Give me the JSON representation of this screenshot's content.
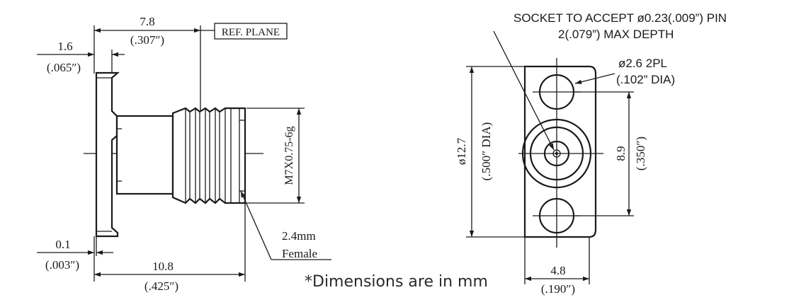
{
  "left_view": {
    "dim_top": {
      "mm": "7.8",
      "inch": "(.307″)"
    },
    "ref_plane": "REF. PLANE",
    "dim_flange": {
      "mm": "1.6",
      "inch": "(.065″)"
    },
    "thread_spec": "M7X0.75-6g",
    "dim_gap": {
      "mm": "0.1",
      "inch": "(.003″)"
    },
    "dim_overall": {
      "mm": "10.8",
      "inch": "(.425″)"
    },
    "interface": {
      "line1": "2.4mm",
      "line2": "Female"
    }
  },
  "right_view": {
    "socket_note": {
      "line1": "SOCKET TO ACCEPT ø0.23(.009”) PIN",
      "line2": "2(.079”) MAX DEPTH"
    },
    "hole_note": {
      "line1": "ø2.6 2PL",
      "line2": "(.102” DIA)"
    },
    "dim_dia": {
      "mm": "ø12.7",
      "inch": "(.500″ DIA)"
    },
    "dim_spacing": {
      "mm": "8.9",
      "inch": "(.350″)"
    },
    "dim_width": {
      "mm": "4.8",
      "inch": "(.190″)"
    }
  },
  "footer": {
    "note": "*Dimensions are in mm"
  }
}
